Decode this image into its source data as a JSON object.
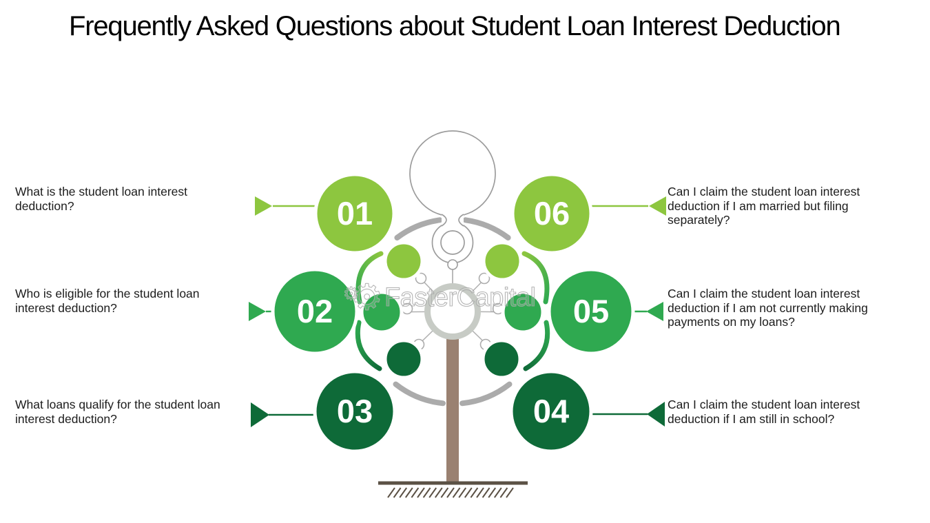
{
  "title": "Frequently Asked Questions about Student Loan Interest Deduction",
  "watermark": {
    "text": "FasterCapital",
    "icon": "gear-icon"
  },
  "palette": {
    "light_green": "#8DC63F",
    "medium_green": "#2FA950",
    "dark_green": "#0E6A38",
    "trunk_brown": "#9A8171",
    "ground_brown": "#5B5145",
    "arc_gray": "#ABABAB",
    "outline_gray": "#9C9C9C",
    "hub_gray": "#C7CBC5",
    "number_text": "#FFFFFF",
    "question_text": "#1C1C1C",
    "title_text": "#000000"
  },
  "steps": [
    {
      "number": "01",
      "color": "#8DC63F",
      "side": "left",
      "question": "What is the student loan interest deduction?"
    },
    {
      "number": "02",
      "color": "#2FA950",
      "side": "left",
      "question": "Who is eligible for the student loan interest deduction?"
    },
    {
      "number": "03",
      "color": "#0E6A38",
      "side": "left",
      "question": "What loans qualify for the student loan interest deduction?"
    },
    {
      "number": "04",
      "color": "#0E6A38",
      "side": "right",
      "question": "Can I claim the student loan interest deduction if I am still in school?"
    },
    {
      "number": "05",
      "color": "#2FA950",
      "side": "right",
      "question": "Can I claim the student loan interest deduction if I am not currently making payments on my loans?"
    },
    {
      "number": "06",
      "color": "#8DC63F",
      "side": "right",
      "question": "Can I claim the student loan interest deduction if I am married but filing separately?"
    }
  ]
}
